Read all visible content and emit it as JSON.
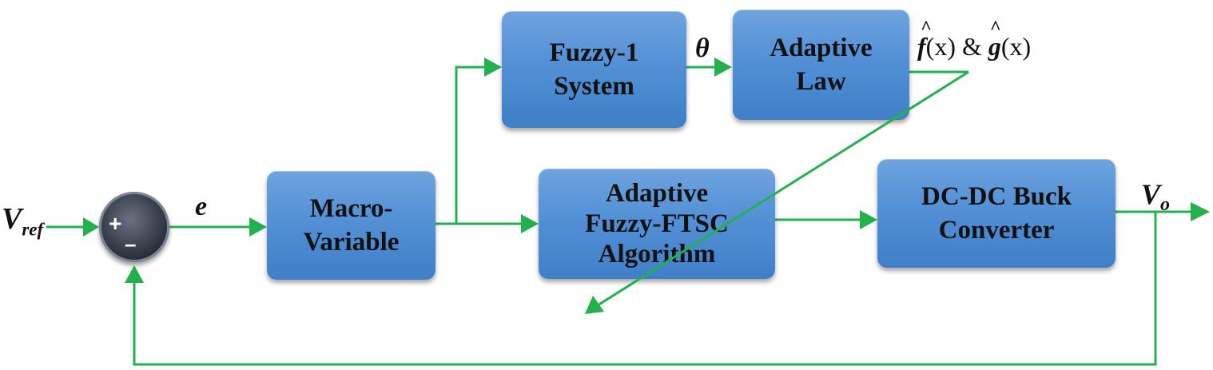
{
  "colors": {
    "wire": "#22b14c",
    "block_top": "#6fa3de",
    "block_bottom": "#3f7fc9",
    "text": "#111111"
  },
  "blocks": {
    "fuzzy1": "Fuzzy-1\nSystem",
    "adaptive_law": "Adaptive\nLaw",
    "macro_variable": "Macro-\nVariable",
    "ftsc": "Adaptive\nFuzzy-FTSC\nAlgorithm",
    "buck": "DC-DC Buck\nConverter"
  },
  "signals": {
    "vref_main": "V",
    "vref_sub": "ref",
    "error": "e",
    "theta": "θ",
    "estimates_f": "f",
    "estimates_mid": "(x) & ",
    "estimates_g": "g",
    "estimates_end": "(x)",
    "hat": "^",
    "vo_main": "V",
    "vo_sub": "o"
  },
  "sum_signs": {
    "plus": "+",
    "minus": "–"
  }
}
